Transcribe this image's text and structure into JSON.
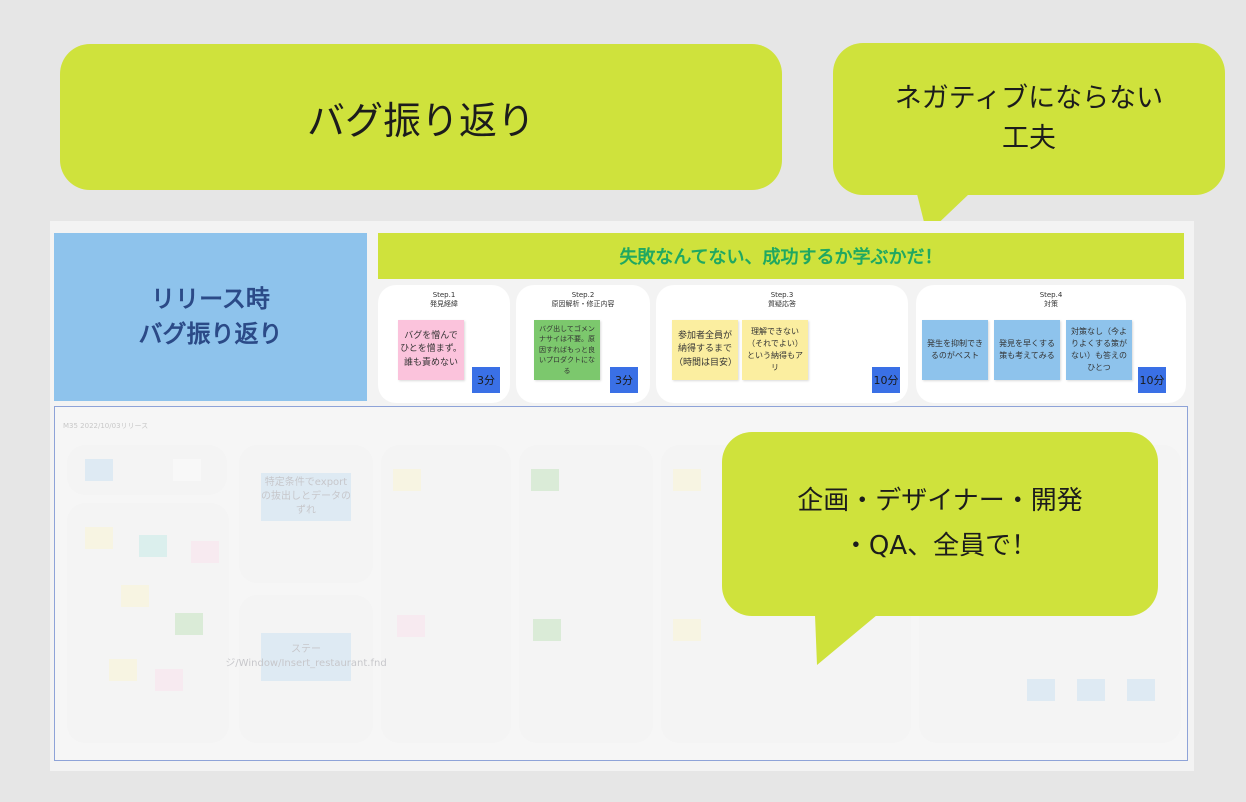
{
  "callouts": {
    "title": "バグ振り返り",
    "tip_line1": "ネガティブにならない",
    "tip_line2": "工夫",
    "team_line1": "企画・デザイナー・開発",
    "team_line2": "・QA、全員で！"
  },
  "board": {
    "title_line1": "リリース時",
    "title_line2": "バグ振り返り",
    "banner": "失敗なんてない、成功するか学ぶかだ！",
    "steps": [
      {
        "label": "Step.1",
        "subtitle": "発見経緯",
        "notes": [
          "バグを憎んでひとを憎まず。誰も責めない"
        ],
        "time": "3分"
      },
      {
        "label": "Step.2",
        "subtitle": "原因解析・修正内容",
        "notes": [
          "バグ出してゴメンナサイは不要。原因すればもっと良いプロダクトになる"
        ],
        "time": "3分"
      },
      {
        "label": "Step.3",
        "subtitle": "質疑応答",
        "notes": [
          "参加者全員が納得するまで（時間は目安）",
          "理解できない（それでよい）という納得もアリ"
        ],
        "time": "10分"
      },
      {
        "label": "Step.4",
        "subtitle": "対策",
        "notes": [
          "発生を抑制できるのがベスト",
          "発見を早くする策も考えてみる",
          "対策なし（今よりよくする策がない）も答えのひとつ"
        ],
        "time": "10分"
      }
    ]
  },
  "bottom": {
    "label": "M35 2022/10/03リリース",
    "note1": "特定条件でexportの抜出しとデータのずれ",
    "note2": "ステージ/Window/Insert_restaurant.fnd"
  },
  "colors": {
    "background": "#e6e6e6",
    "callout": "#cfe23c",
    "board_title": "#8ec3ec",
    "banner_text": "#20a861",
    "time_badge": "#3a70e6"
  }
}
